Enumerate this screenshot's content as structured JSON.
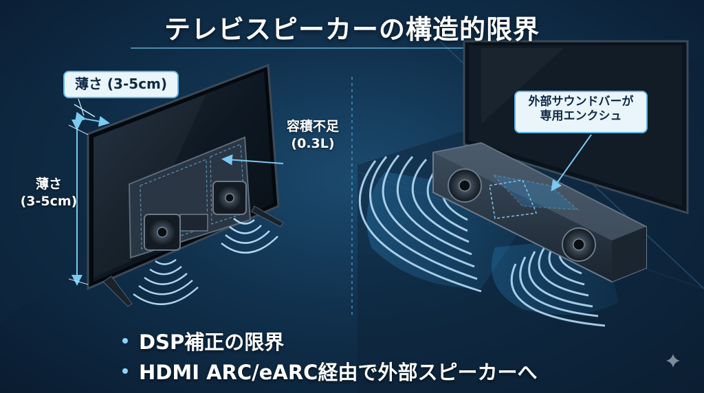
{
  "title": "テレビスピーカーの構造的限界",
  "left_panel": {
    "top_callout": "薄さ (3-5cm)",
    "side_label_line1": "薄さ",
    "side_label_line2": "(3-5cm)",
    "volume_label_line1": "容積不足",
    "volume_label_line2": "(0.3L)"
  },
  "right_panel": {
    "callout_line1": "外部サウンドバーが",
    "callout_line2": "専用エンクシュ"
  },
  "bullets": [
    "DSP補正の限界",
    "HDMI ARC/eARC経由で外部スピーカーへ"
  ],
  "colors": {
    "accent": "#5fb6e6",
    "wave": "#3aa7e6",
    "background": "#10304c"
  },
  "icons": [
    "sparkle-icon",
    "speaker-driver-icon",
    "sound-wave-icon"
  ]
}
